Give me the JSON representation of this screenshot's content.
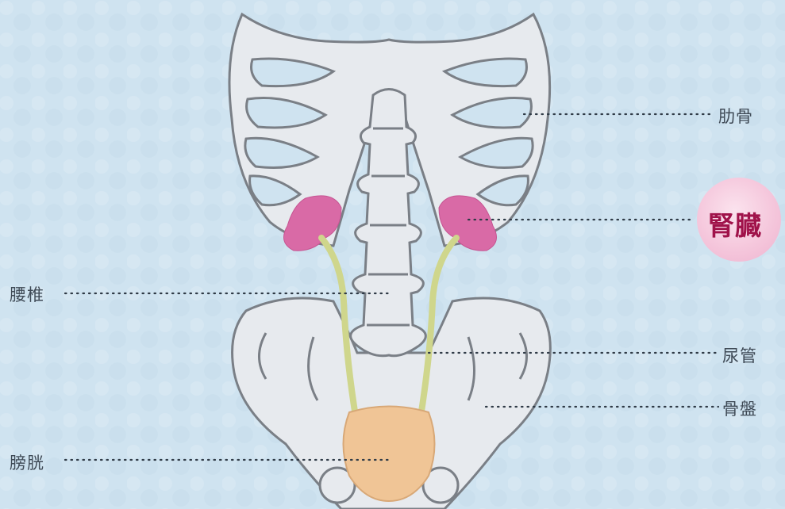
{
  "labels": {
    "rib": "肋骨",
    "kidney": "腎臓",
    "lumbar": "腰椎",
    "ureter": "尿管",
    "pelvis": "骨盤",
    "bladder": "膀胱"
  },
  "colors": {
    "background": "#cfe3f0",
    "bone_fill": "#e7eaee",
    "bone_outline": "#7a7f86",
    "kidney": "#d96aa6",
    "ureter": "#cfd68c",
    "bladder": "#f0c596",
    "kidney_badge": "#f5c7dc",
    "kidney_text": "#a0124a",
    "label_text": "#3f4a56",
    "leader_line": "#2f3a46"
  },
  "icons": {
    "kidney_badge": "pink-circle-badge"
  }
}
